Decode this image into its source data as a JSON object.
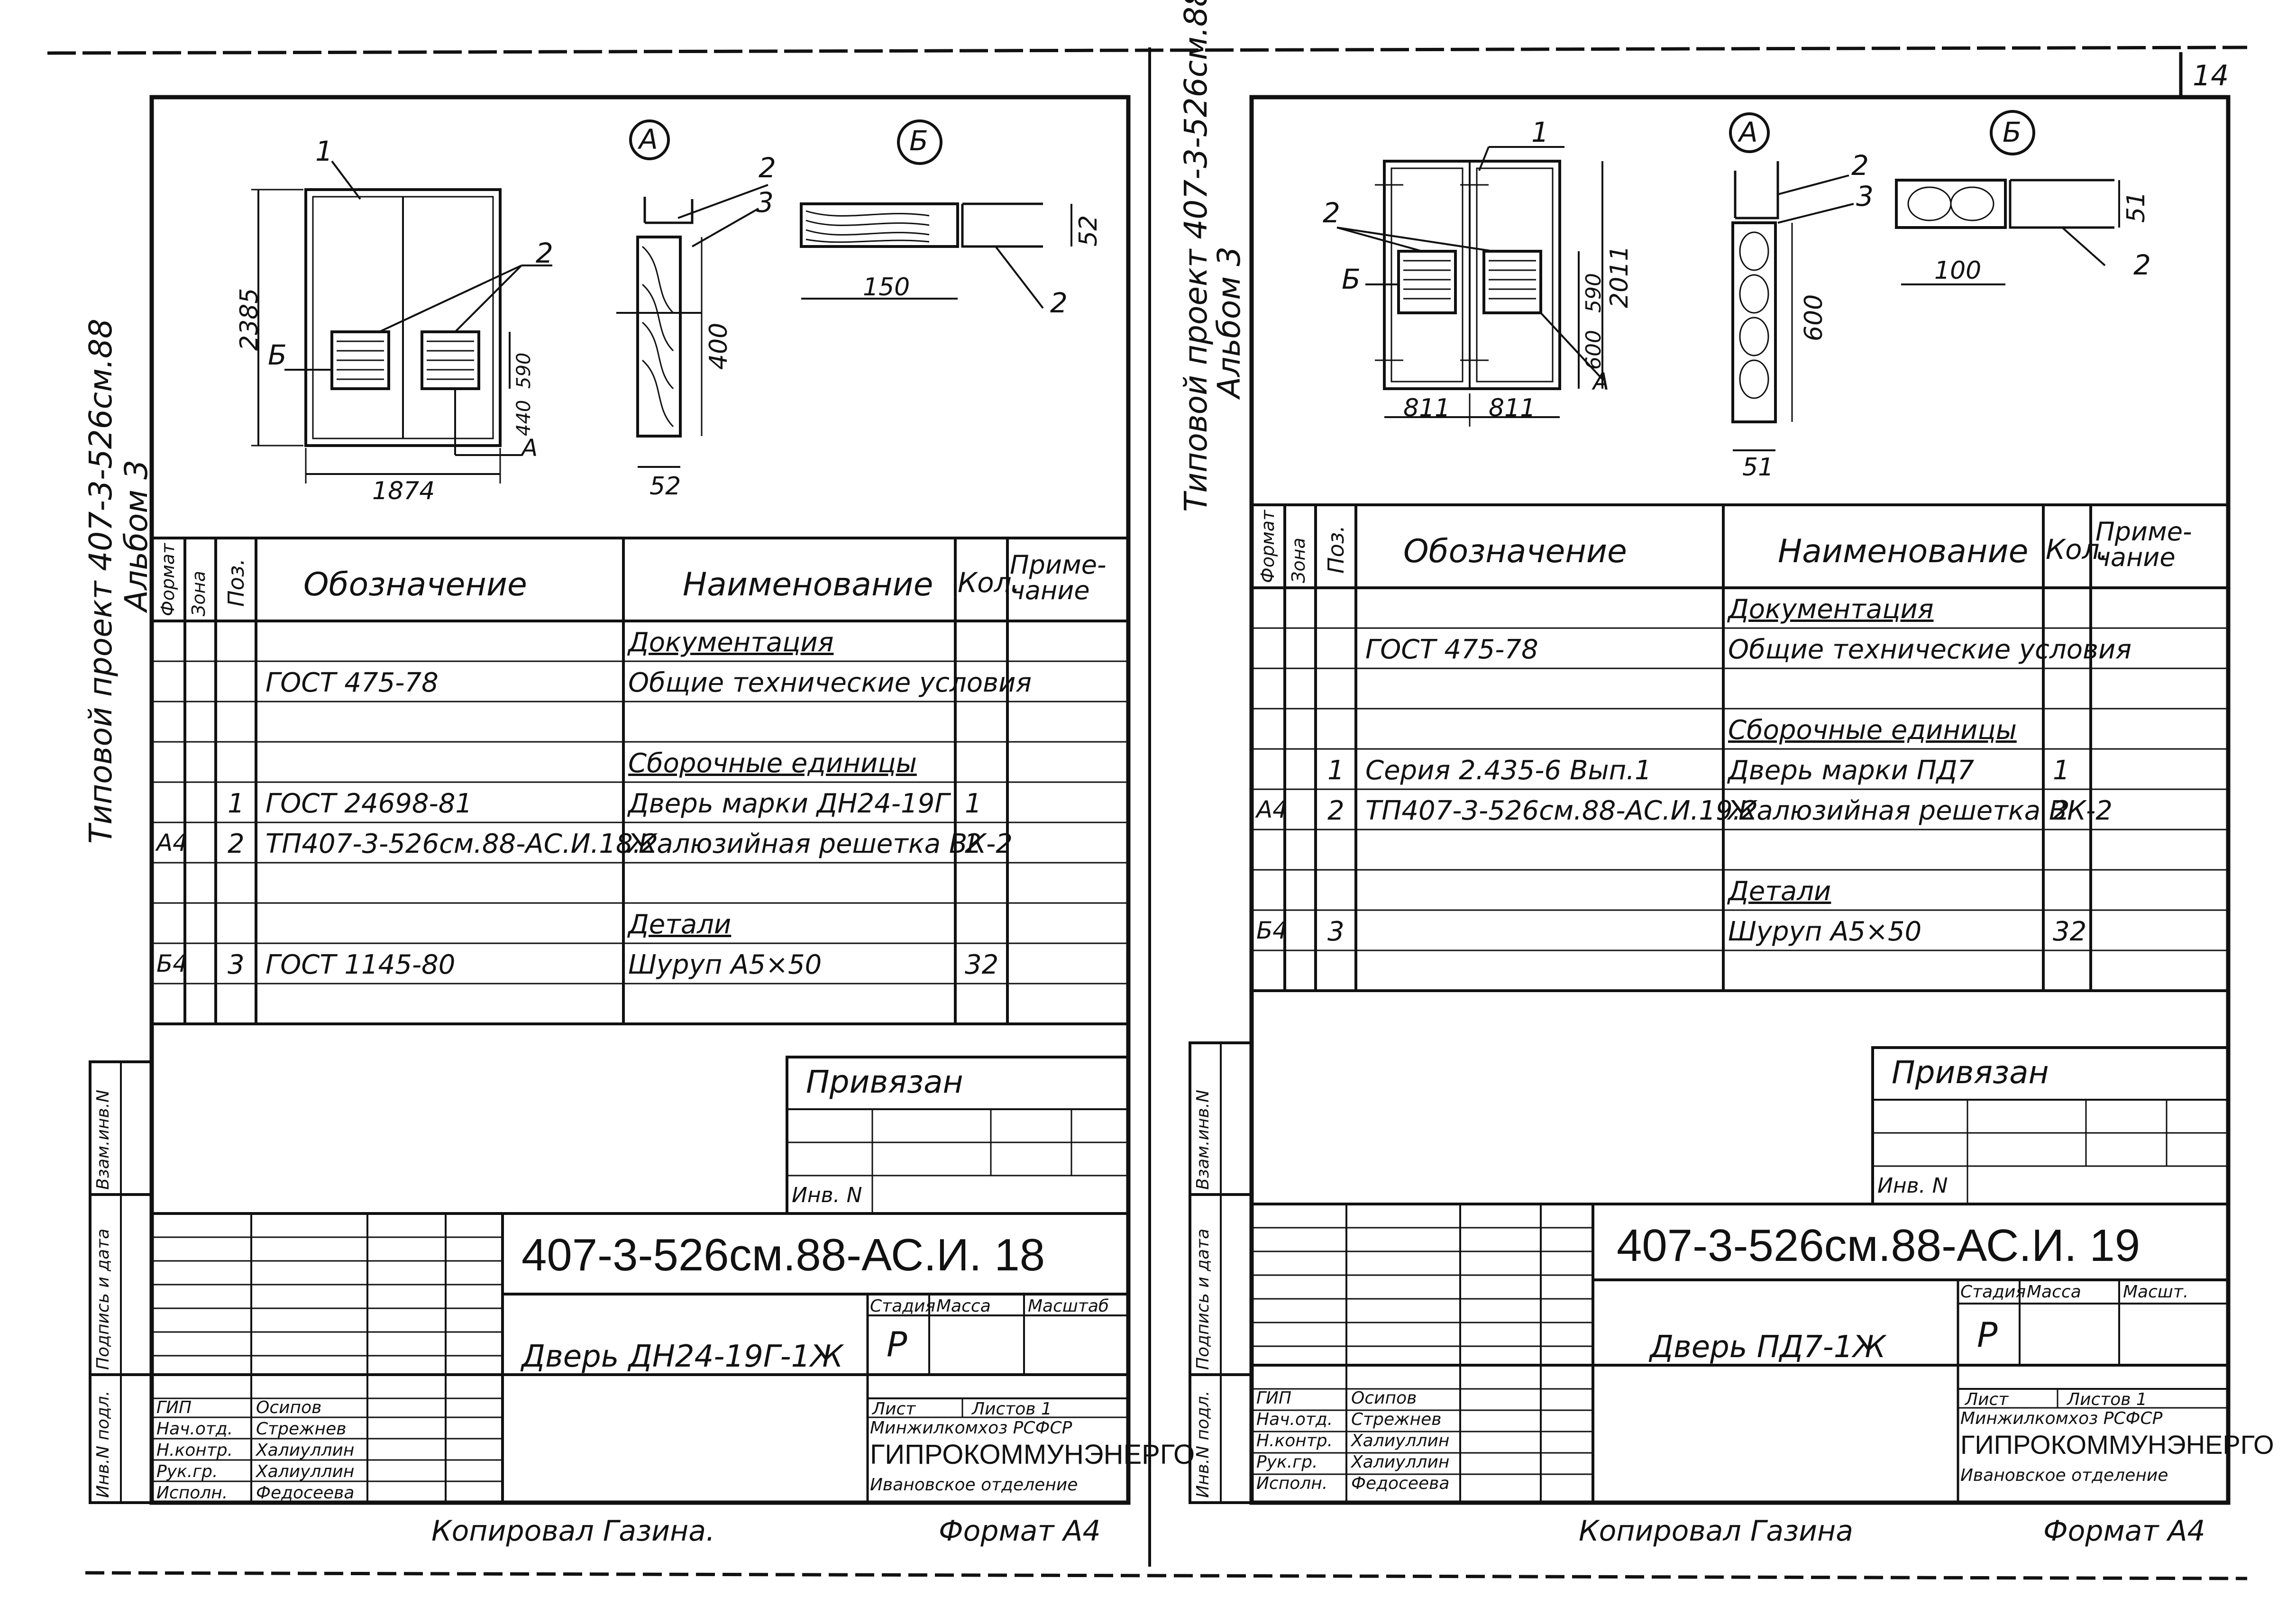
{
  "page_number": "14",
  "left": {
    "side_caption": "Типовой проект 407-3-526см.88",
    "side_caption2": "Альбом 3",
    "callouts": {
      "a": "A",
      "b": "Б",
      "pos1": "1",
      "pos2": "2",
      "pos3": "3",
      "pos2b": "2",
      "pos2c": "2",
      "b_mark": "Б",
      "a_mark": "A"
    },
    "dims": {
      "h_total": "2385",
      "w_total": "1874",
      "grille_h": "590",
      "grille_w": "440",
      "detA_h": "400",
      "detA_w": "52",
      "detB_w": "150",
      "detB_h": "52"
    },
    "table": {
      "headers": {
        "format": "Формат",
        "zone": "Зона",
        "pos": "Поз.",
        "designation": "Обозначение",
        "name": "Наименование",
        "qty": "Кол.",
        "note": "Приме-чание"
      },
      "rows": [
        {
          "format": "",
          "pos": "",
          "designation": "",
          "name": "Документация",
          "qty": ""
        },
        {
          "format": "",
          "pos": "",
          "designation": "ГОСТ 475-78",
          "name": "Общие технические условия",
          "qty": ""
        },
        {
          "format": "",
          "pos": "",
          "designation": "",
          "name": "",
          "qty": ""
        },
        {
          "format": "",
          "pos": "",
          "designation": "",
          "name": "Сборочные единицы",
          "qty": ""
        },
        {
          "format": "",
          "pos": "1",
          "designation": "ГОСТ 24698-81",
          "name": "Дверь марки ДН24-19Г",
          "qty": "1"
        },
        {
          "format": "А4",
          "pos": "2",
          "designation": "ТП407-3-526см.88-АС.И.18.2",
          "name": "Жалюзийная решетка ВК-2",
          "qty": "2"
        },
        {
          "format": "",
          "pos": "",
          "designation": "",
          "name": "",
          "qty": ""
        },
        {
          "format": "",
          "pos": "",
          "designation": "",
          "name": "Детали",
          "qty": ""
        },
        {
          "format": "Б4",
          "pos": "3",
          "designation": "ГОСТ 1145-80",
          "name": "Шуруп А5×50",
          "qty": "32"
        },
        {
          "format": "",
          "pos": "",
          "designation": "",
          "name": "",
          "qty": ""
        }
      ]
    },
    "privyazan": "Привязан",
    "inv_n": "Инв. N",
    "side_labels": {
      "vzam": "Взам.инв.N",
      "podp": "Подпись и дата",
      "inv": "Инв.N подл."
    },
    "title_block": {
      "code": "407-3-526см.88-АС.И. 18",
      "name": "Дверь ДН24-19Г-1Ж",
      "stage_label": "Стадия",
      "mass_label": "Масса",
      "scale_label": "Масштаб",
      "stage": "Р",
      "sheet_label": "Лист",
      "sheets_label": "Листов 1",
      "org1": "Минжилкомхоз РСФСР",
      "org2": "ГИПРОКОММУНЭНЕРГО",
      "org3": "Ивановское отделение",
      "roles": [
        "ГИП",
        "Нач.отд.",
        "Н.контр.",
        "Рук.гр.",
        "Исполн."
      ],
      "names": [
        "Осипов",
        "Стрежнев",
        "Халиуллин",
        "Халиуллин",
        "Федосеева"
      ]
    },
    "footer_left": "Копировал Газина.",
    "footer_right": "Формат А4"
  },
  "right": {
    "side_caption": "Типовой проект 407-3-526см.88",
    "side_caption2": "Альбом 3",
    "callouts": {
      "a": "A",
      "b": "Б",
      "pos1": "1",
      "pos2": "2",
      "pos3": "3",
      "pos2b": "2",
      "pos2c": "2",
      "b_mark": "Б",
      "a_mark": "A"
    },
    "dims": {
      "h_total": "2011",
      "w1": "811",
      "w2": "811",
      "grille_h": "590",
      "grille_w": "600",
      "detA_h": "600",
      "detA_w": "51",
      "detB_w": "100",
      "detB_h": "51"
    },
    "table": {
      "headers": {
        "format": "Формат",
        "zone": "Зона",
        "pos": "Поз.",
        "designation": "Обозначение",
        "name": "Наименование",
        "qty": "Кол.",
        "note": "Приме-чание"
      },
      "rows": [
        {
          "format": "",
          "pos": "",
          "designation": "",
          "name": "Документация",
          "qty": ""
        },
        {
          "format": "",
          "pos": "",
          "designation": "ГОСТ 475-78",
          "name": "Общие технические условия",
          "qty": ""
        },
        {
          "format": "",
          "pos": "",
          "designation": "",
          "name": "",
          "qty": ""
        },
        {
          "format": "",
          "pos": "",
          "designation": "",
          "name": "Сборочные единицы",
          "qty": ""
        },
        {
          "format": "",
          "pos": "1",
          "designation": "Серия 2.435-6   Вып.1",
          "name": "Дверь марки ПД7",
          "qty": "1"
        },
        {
          "format": "А4",
          "pos": "2",
          "designation": "ТП407-3-526см.88-АС.И.19.2",
          "name": "Жалюзийная решетка ВК-2",
          "qty": "2"
        },
        {
          "format": "",
          "pos": "",
          "designation": "",
          "name": "",
          "qty": ""
        },
        {
          "format": "",
          "pos": "",
          "designation": "",
          "name": "Детали",
          "qty": ""
        },
        {
          "format": "Б4",
          "pos": "3",
          "designation": "",
          "name": "Шуруп А5×50",
          "qty": "32"
        },
        {
          "format": "",
          "pos": "",
          "designation": "",
          "name": "",
          "qty": ""
        }
      ]
    },
    "privyazan": "Привязан",
    "inv_n": "Инв. N",
    "side_labels": {
      "vzam": "Взам.инв.N",
      "podp": "Подпись и дата",
      "inv": "Инв.N подл."
    },
    "title_block": {
      "code": "407-3-526см.88-АС.И. 19",
      "name": "Дверь ПД7-1Ж",
      "stage_label": "Стадия",
      "mass_label": "Масса",
      "scale_label": "Масшт.",
      "stage": "Р",
      "sheet_label": "Лист",
      "sheets_label": "Листов 1",
      "org1": "Минжилкомхоз РСФСР",
      "org2": "ГИПРОКОММУНЭНЕРГО",
      "org3": "Ивановское отделение",
      "roles": [
        "ГИП",
        "Нач.отд.",
        "Н.контр.",
        "Рук.гр.",
        "Исполн."
      ],
      "names": [
        "Осипов",
        "Стрежнев",
        "Халиуллин",
        "Халиуллин",
        "Федосеева"
      ]
    },
    "footer_left": "Копировал Газина",
    "footer_right": "Формат А4"
  }
}
